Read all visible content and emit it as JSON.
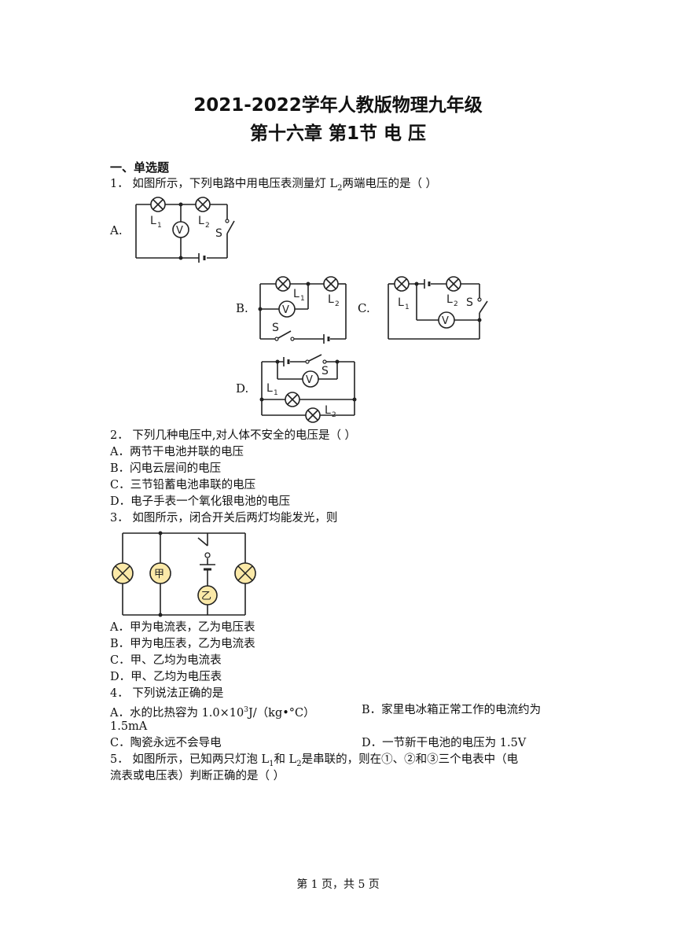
{
  "header": {
    "title_line1": "2021-2022学年人教版物理九年级",
    "title_line2": "第十六章 第1节 电 压"
  },
  "section1": {
    "heading": "一、单选题"
  },
  "q1": {
    "stem_prefix": "1．  如图所示，下列电路中用电压表测量灯 L",
    "stem_sub": "2",
    "stem_suffix": "两端电压的是（          ）",
    "option_labels": [
      "A.",
      "B.",
      "C.",
      "D."
    ],
    "circuit_labels": {
      "L": "L",
      "one": "1",
      "two": "2",
      "V": "V",
      "S": "S"
    }
  },
  "q2": {
    "stem": "2．  下列几种电压中,对人体不安全的电压是（          ）",
    "options": [
      "A．两节干电池并联的电压",
      "B．闪电云层间的电压",
      "C．三节铅蓄电池串联的电压",
      "D．电子手表一个氧化银电池的电压"
    ]
  },
  "q3": {
    "stem": "3．  如图所示，闭合开关后两灯均能发光，则",
    "meter_jia": "甲",
    "meter_yi": "乙",
    "options": [
      "A．甲为电流表，乙为电压表",
      "B．甲为电压表，乙为电流表",
      "C．甲、乙均为电流表",
      "D．甲、乙均为电压表"
    ]
  },
  "q4": {
    "stem": "4．  下列说法正确的是",
    "optA_prefix": "A．水的比热容为 1.0×10",
    "optA_sup": "3",
    "optA_suffix": "J/（kg•°C）",
    "optB_line1": "B．家里电冰箱正常工作的电流约为",
    "optB_line2": "1.5mA",
    "optC": "C．陶瓷永远不会导电",
    "optD": "D．一节新干电池的电压为 1.5V"
  },
  "q5": {
    "line1_a": "5．  如图所示，已知两只灯泡 L",
    "line1_sub1": "1",
    "line1_b": "和 L",
    "line1_sub2": "2",
    "line1_c": "是串联的，则在①、②和③三个电表中（电",
    "line2": "流表或电压表）判断正确的是（          ）"
  },
  "footer": {
    "page": "第 1 页，共 5 页"
  }
}
